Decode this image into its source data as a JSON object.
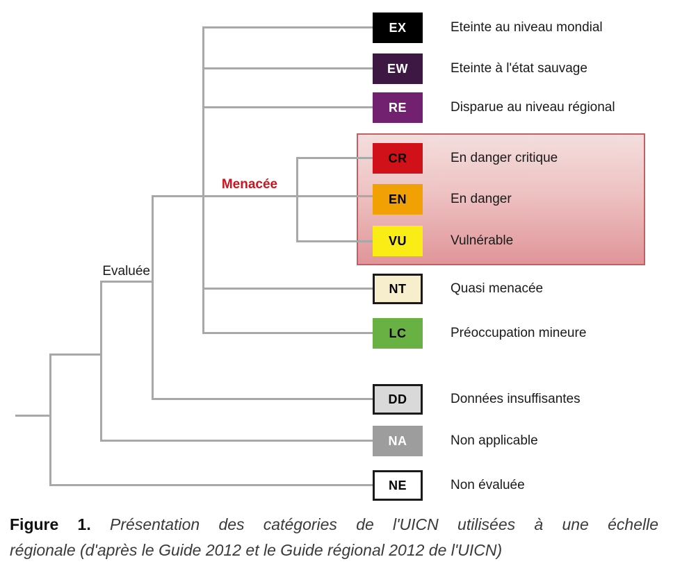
{
  "annotations": {
    "menacee": "Menacée",
    "menacee_color": "#d2111c",
    "evaluee": "Evaluée"
  },
  "colors": {
    "tree_line": "#a8a8a8",
    "threatened_panel_border": "#c35f63",
    "threatened_panel_top": "#f3dedd",
    "threatened_panel_bottom": "#e09599"
  },
  "categories": [
    {
      "code": "EX",
      "label": "Eteinte au niveau mondial",
      "color": "#000000",
      "text_color": "#ffffff",
      "bordered": false
    },
    {
      "code": "EW",
      "label": "Eteinte à l'état sauvage",
      "color": "#3c1843",
      "text_color": "#ffffff",
      "bordered": false
    },
    {
      "code": "RE",
      "label": "Disparue au niveau régional",
      "color": "#722170",
      "text_color": "#ffffff",
      "bordered": false
    },
    {
      "code": "CR",
      "label": "En danger critique",
      "color": "#d01119",
      "text_color": "#000000",
      "bordered": false,
      "group": "menacee"
    },
    {
      "code": "EN",
      "label": "En danger",
      "color": "#f2a104",
      "text_color": "#000000",
      "bordered": false,
      "group": "menacee"
    },
    {
      "code": "VU",
      "label": "Vulnérable",
      "color": "#f9ed15",
      "text_color": "#000000",
      "bordered": false,
      "group": "menacee"
    },
    {
      "code": "NT",
      "label": "Quasi menacée",
      "color": "#f6eecd",
      "text_color": "#000000",
      "bordered": true
    },
    {
      "code": "LC",
      "label": "Préoccupation mineure",
      "color": "#6ab144",
      "text_color": "#000000",
      "bordered": false
    },
    {
      "code": "DD",
      "label": "Données insuffisantes",
      "color": "#d9d9d9",
      "text_color": "#000000",
      "bordered": true
    },
    {
      "code": "NA",
      "label": "Non applicable",
      "color": "#9d9d9d",
      "text_color": "#ffffff",
      "bordered": false
    },
    {
      "code": "NE",
      "label": "Non évaluée",
      "color": "#ffffff",
      "text_color": "#000000",
      "bordered": true
    }
  ],
  "caption": {
    "figure_label": "Figure 1.",
    "line1": "Présentation des catégories de l'UICN utilisées à une échelle",
    "line2": "régionale (d'après le Guide 2012 et le Guide régional 2012 de l'UICN)"
  }
}
